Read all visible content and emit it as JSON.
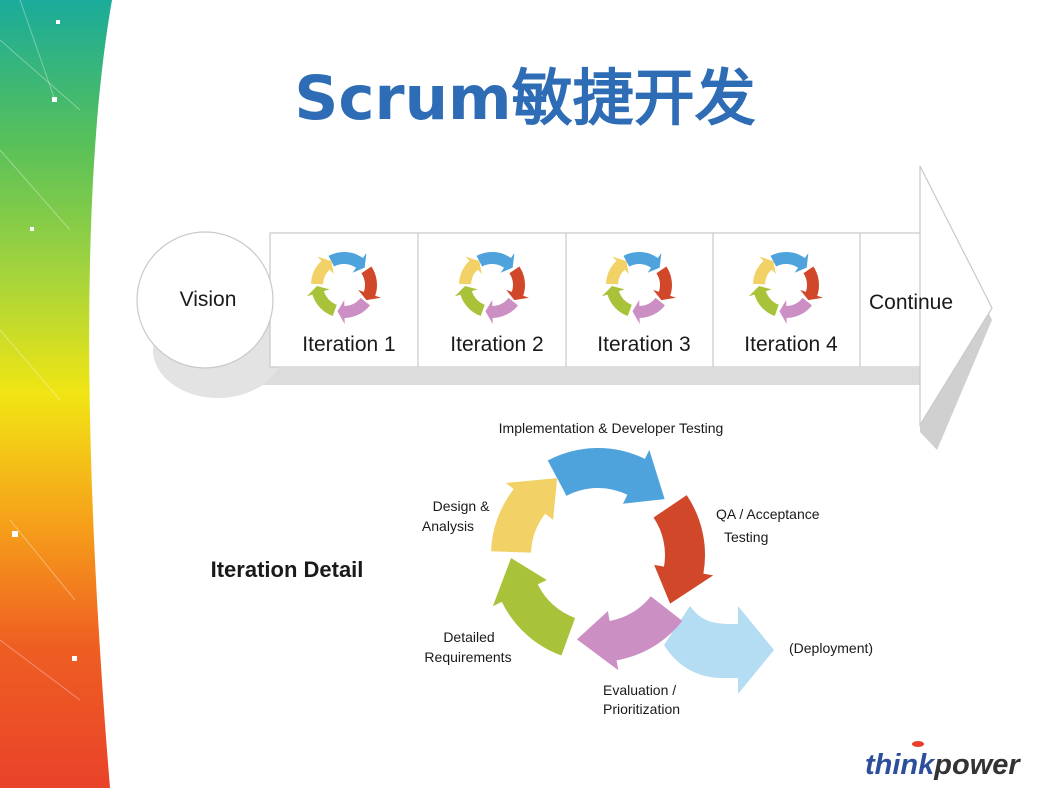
{
  "title": "Scrum敏捷开发",
  "timeline": {
    "start_label": "Vision",
    "iterations": [
      "Iteration 1",
      "Iteration 2",
      "Iteration 3",
      "Iteration 4"
    ],
    "end_label": "Continue"
  },
  "detail": {
    "heading": "Iteration Detail",
    "stages": {
      "implementation": "Implementation & Developer Testing",
      "qa_line1": "QA / Acceptance",
      "qa_line2": "Testing",
      "design_line1": "Design &",
      "design_line2": "Analysis",
      "requirements_line1": "Detailed",
      "requirements_line2": "Requirements",
      "evaluation_line1": "Evaluation /",
      "evaluation_line2": "Prioritization",
      "deployment": "(Deployment)"
    }
  },
  "logo": {
    "text_think": "think",
    "text_power": "power"
  },
  "colors": {
    "title": "#2e6db5",
    "cycle_blue": "#4fa3dc",
    "cycle_red": "#d1472a",
    "cycle_purple": "#cc8fc4",
    "cycle_green": "#a8c33a",
    "cycle_yellow": "#f2d166",
    "deploy_arrow": "#b4dcf2",
    "logo_think": "#2c4f9c",
    "logo_power": "#333333"
  }
}
